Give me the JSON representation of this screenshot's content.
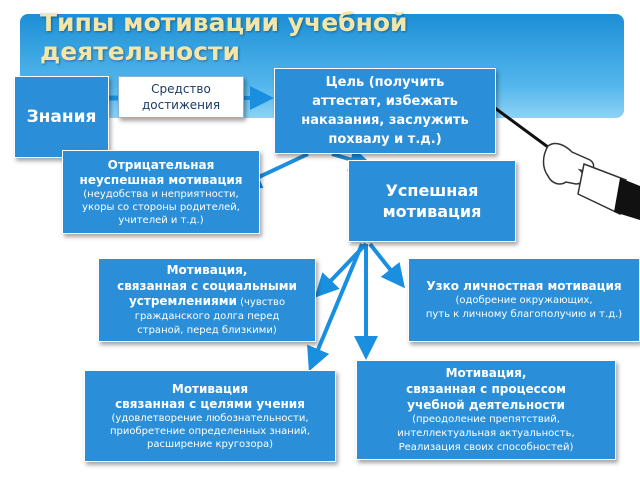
{
  "colors": {
    "box_fill": "#2a8fd8",
    "banner_top": "#1c8fd6",
    "title_text": "#f3e6a8",
    "arrow": "#1a8fe0"
  },
  "title": {
    "line1": "Типы мотивации учебной",
    "line2": "деятельности"
  },
  "nodes": {
    "znaniya": "Знания",
    "sredstvo": {
      "line1": "Средство",
      "line2": "достижения"
    },
    "cel": {
      "line1": "Цель (получить",
      "line2": "аттестат, избежать",
      "line3": "наказания, заслужить",
      "line4": "похвалу и т.д.)"
    },
    "otric": {
      "line1": "Отрицательная",
      "line2": "неуспешная мотивация",
      "line3": "(неудобства и неприятности,",
      "line4": "укоры со стороны родителей,",
      "line5": "учителей и т.д.)"
    },
    "uspesh": {
      "line1": "Успешная",
      "line2": "мотивация"
    },
    "social": {
      "line1": "Мотивация,",
      "line2": "связанная с социальными",
      "line3_bold": "устремлениями",
      "line3_rest": " (чувство",
      "line4": "гражданского долга перед",
      "line5": "страной,  перед близкими)"
    },
    "lichn": {
      "line1": "Узко личностная мотивация",
      "line2": "(одобрение окружающих,",
      "line3": "путь к личному благополучию и т.д.)"
    },
    "process": {
      "line1": "Мотивация,",
      "line2": "связанная с процессом",
      "line3": "учебной деятельности",
      "line4": "(преодоление препятствий,",
      "line5": "интеллектуальная актуальность,",
      "line6": "Реализация своих способностей)"
    },
    "celi": {
      "line1": "Мотивация",
      "line2": "связанная с целями учения",
      "line3": "(удовлетворение любознательности,",
      "line4": "приобретение определенных знаний,",
      "line5": "расширение кругозора)"
    }
  }
}
